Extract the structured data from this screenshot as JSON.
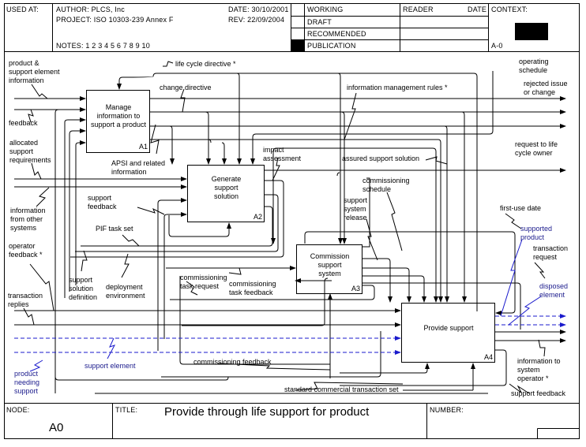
{
  "header": {
    "used_at_label": "USED AT:",
    "author": "AUTHOR:  PLCS, Inc",
    "project": "PROJECT:  ISO 10303-239 Annex F",
    "date": "DATE: 30/10/2001",
    "rev": "REV:   22/09/2004",
    "notes": "NOTES:  1  2  3  4  5  6  7  8  9  10",
    "status_rows": [
      "WORKING",
      "DRAFT",
      "RECOMMENDED",
      "PUBLICATION"
    ],
    "selected_status": "PUBLICATION",
    "reader_label": "READER",
    "date_label": "DATE",
    "context_label": "CONTEXT:",
    "context_node": "A-0"
  },
  "footer": {
    "node_label": "NODE:",
    "node_value": "A0",
    "title_label": "TITLE:",
    "title_value": "Provide through life support for product",
    "number_label": "NUMBER:"
  },
  "activities": [
    {
      "id": "A1",
      "title": "Manage\ninformation to\nsupport a product"
    },
    {
      "id": "A2",
      "title": "Generate\nsupport\nsolution"
    },
    {
      "id": "A3",
      "title": "Commission\nsupport\nsystem"
    },
    {
      "id": "A4",
      "title": "Provide support"
    }
  ],
  "arrow_labels": {
    "product_support_info": "product &\nsupport element\ninformation",
    "feedback": "feedback",
    "allocated_support_requirements": "allocated\nsupport\nrequirements",
    "information_from_other_systems": "information\nfrom other\nsystems",
    "operator_feedback": "operator\nfeedback *",
    "transaction_replies": "transaction\nreplies",
    "product_needing_support": "product\nneeding\nsupport",
    "support_element": "support element",
    "life_cycle_directive": "life cycle directive *",
    "change_directive": "change directive",
    "information_management_rules": "information management rules *",
    "operating_schedule": "operating\nschedule",
    "rejected_issue": "rejected issue\nor change",
    "request_to_life_cycle_owner": "request to life\ncycle owner",
    "apsi": "APSI and related\ninformation",
    "impact_assessment": "impact\nassessment",
    "assured_support_solution": "assured support solution",
    "support_feedback_a2": "support\nfeedback",
    "pif_task_set": "PIF task set",
    "support_solution_definition": "support\nsolution\ndefinition",
    "deployment_environment": "deployment\nenvironment",
    "commissioning_schedule": "commissioning\nschedule",
    "support_system_release": "support\nsystem\nrelease",
    "first_use_date": "first-use date",
    "supported_product": "supported\nproduct",
    "transaction_request": "transaction\nrequest",
    "disposed_element": "disposed\nelement",
    "commissioning_task_request": "commissioning\ntask request",
    "commissioning_task_feedback": "commissioning\ntask feedback",
    "commissioning_feedback": "commissioning feedback",
    "standard_commercial_transaction_set": "standard commercial transaction set",
    "information_to_system_operator": "information to\nsystem\noperator *",
    "support_feedback_a4": "support feedback"
  },
  "colors": {
    "line": "#000000",
    "physical_flow": "#1a1acc",
    "physical_label": "#1a1a8c"
  }
}
